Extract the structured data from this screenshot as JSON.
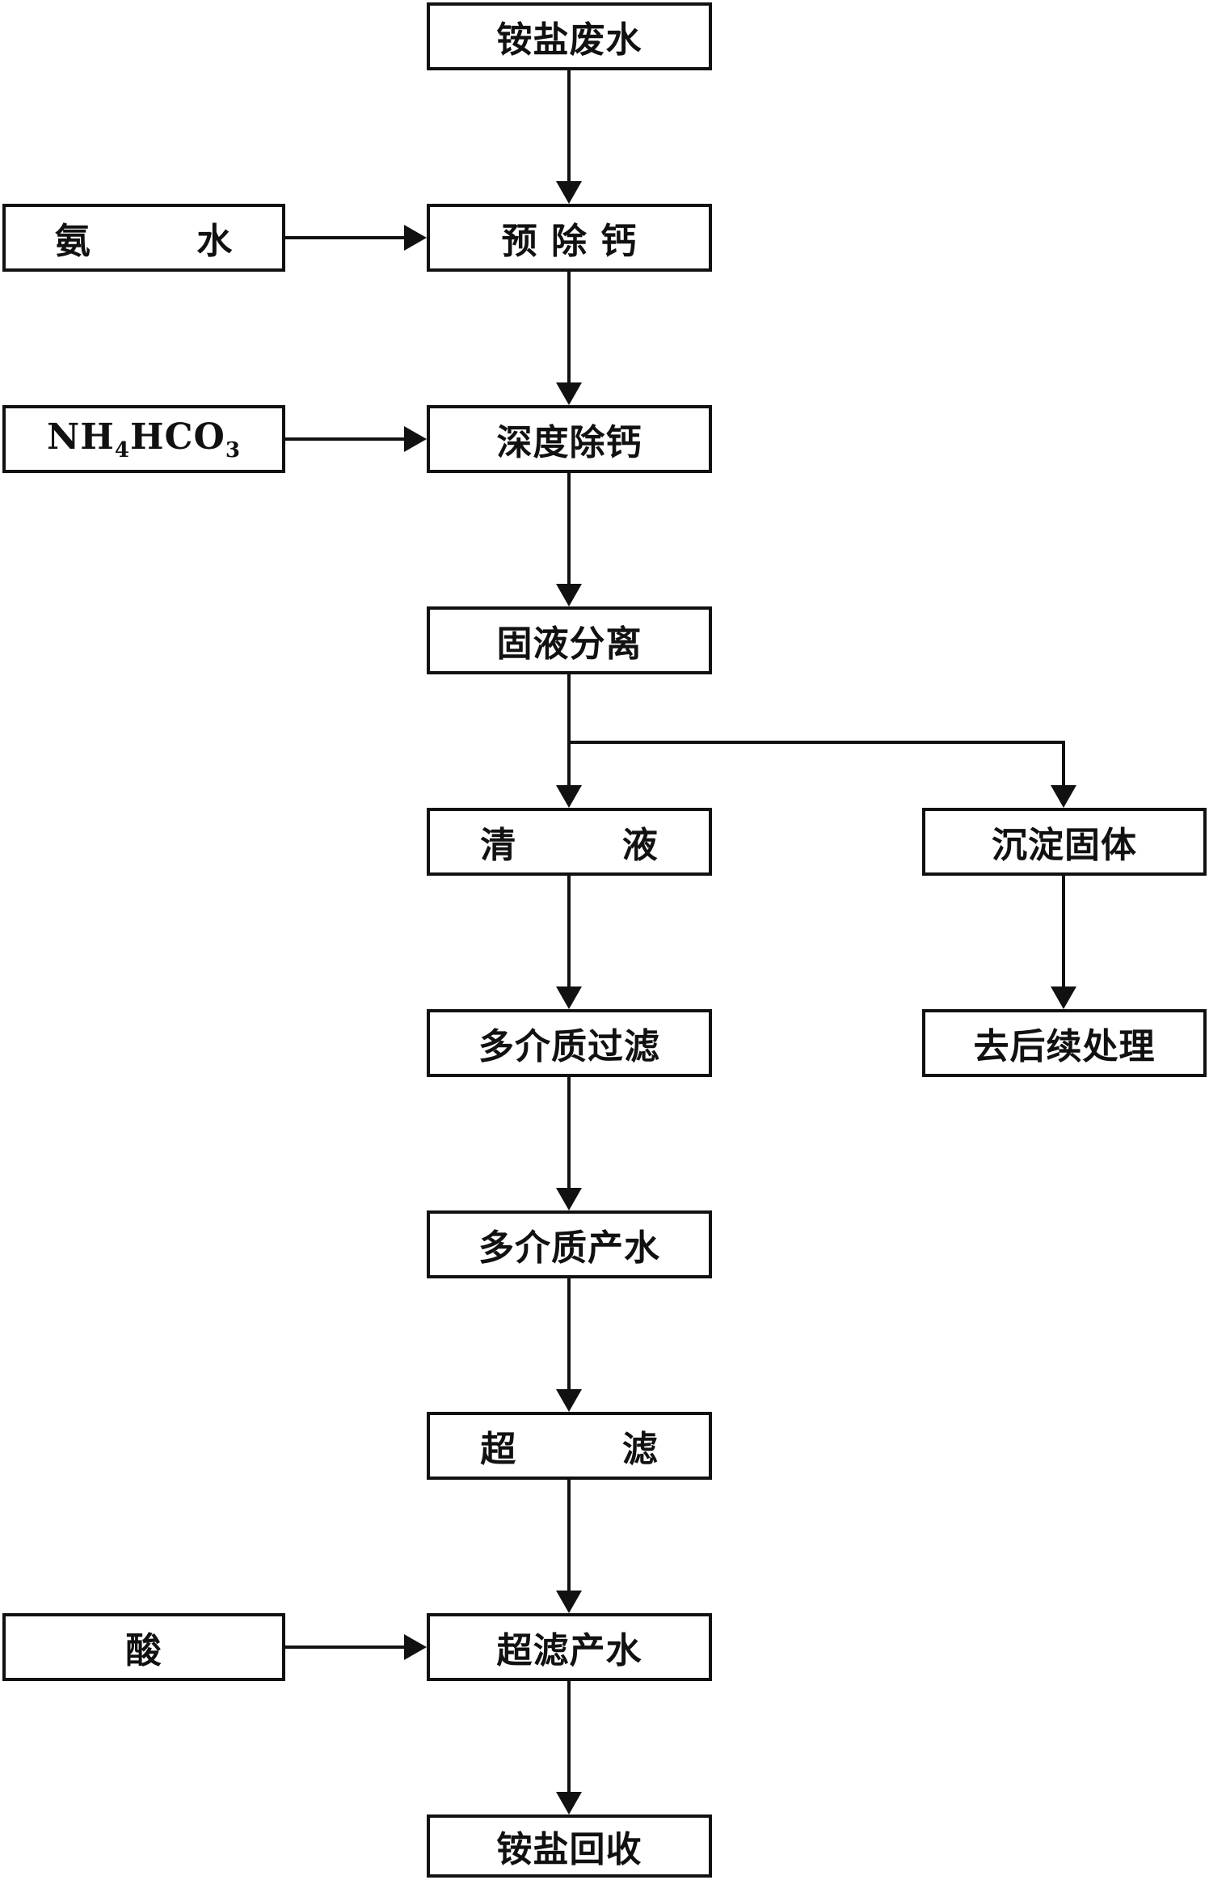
{
  "nodes": {
    "ammonium_wastewater": "铵盐废水",
    "ammonia_water": "氨        水",
    "pre_calcium_removal": "预 除 钙",
    "nh4hco3": {
      "a": "NH",
      "a_sub": "4",
      "b": "HCO",
      "b_sub": "3"
    },
    "deep_calcium_removal": "深度除钙",
    "solid_liquid_separation": "固液分离",
    "clear_liquid": "清        液",
    "precipitate_solid": "沉淀固体",
    "multimedia_filtration": "多介质过滤",
    "subsequent_treatment": "去后续处理",
    "multimedia_effluent": "多介质产水",
    "ultrafiltration": "超        滤",
    "acid": "酸",
    "ultrafiltration_effluent": "超滤产水",
    "ammonium_recovery": "铵盐回收"
  }
}
